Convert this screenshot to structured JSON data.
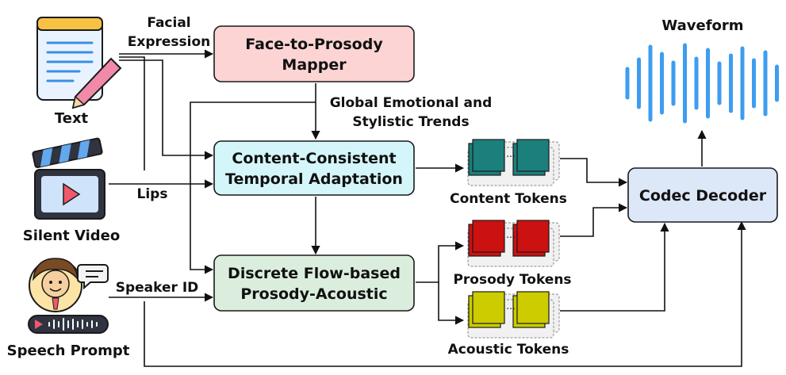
{
  "inputs": {
    "text": "Text",
    "silent_video": "Silent Video",
    "speech_prompt": "Speech Prompt"
  },
  "edge_labels": {
    "facial_expression_line1": "Facial",
    "facial_expression_line2": "Expression",
    "lips": "Lips",
    "speaker_id": "Speaker ID",
    "global_trends_line1": "Global Emotional and",
    "global_trends_line2": "Stylistic Trends"
  },
  "modules": {
    "face_to_prosody": {
      "line1": "Face-to-Prosody",
      "line2": "Mapper",
      "color": "#fcd4d4"
    },
    "content_consistent": {
      "line1": "Content-Consistent",
      "line2": "Temporal Adaptation",
      "color": "#d4f6fa"
    },
    "discrete_flow": {
      "line1": "Discrete Flow-based",
      "line2": "Prosody-Acoustic",
      "color": "#dbeedd"
    },
    "codec_decoder": {
      "label": "Codec Decoder",
      "color": "#dce7f8"
    }
  },
  "tokens": {
    "content": {
      "label": "Content Tokens",
      "color": "#1b7f7c"
    },
    "prosody": {
      "label": "Prosody Tokens",
      "color": "#cc1111"
    },
    "acoustic": {
      "label": "Acoustic Tokens",
      "color": "#cccc00"
    },
    "ellipsis": "..."
  },
  "output": {
    "waveform": "Waveform",
    "waveform_color": "#3d9df0"
  }
}
